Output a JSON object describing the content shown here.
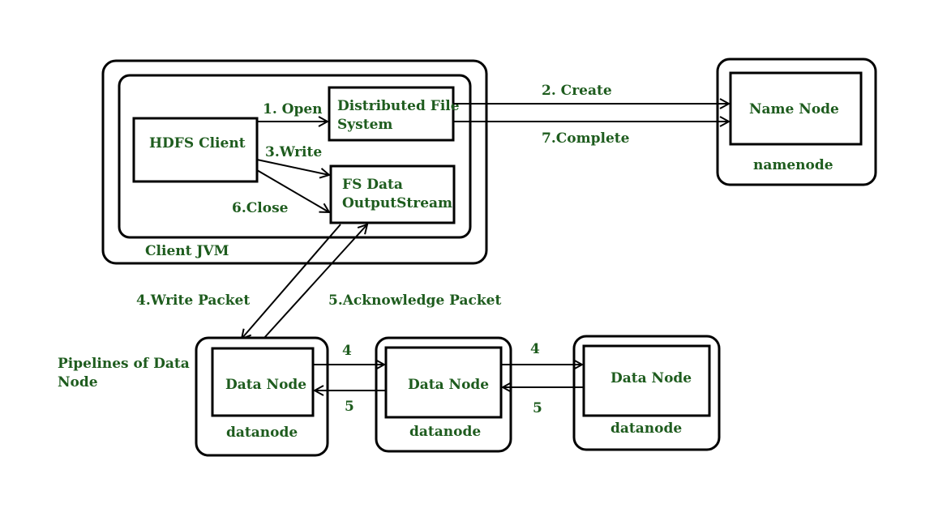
{
  "client_jvm": {
    "label": "Client JVM",
    "hdfs_client": "HDFS Client",
    "dfs_line1": "Distributed File",
    "dfs_line2": "System",
    "fsdos_line1": "FS Data",
    "fsdos_line2": "OutputStream"
  },
  "namenode": {
    "box_label": "Name Node",
    "caption": "namenode"
  },
  "steps": {
    "open": "1. Open",
    "create": "2. Create",
    "write": "3.Write",
    "write_packet": "4.Write Packet",
    "ack_packet": "5.Acknowledge Packet",
    "close": "6.Close",
    "complete": "7.Complete"
  },
  "pipeline": {
    "label_line1": "Pipelines of Data",
    "label_line2": "Node",
    "nodes": [
      {
        "box_label": "Data Node",
        "caption": "datanode"
      },
      {
        "box_label": "Data Node",
        "caption": "datanode"
      },
      {
        "box_label": "Data Node",
        "caption": "datanode"
      }
    ],
    "forward_1": "4",
    "backward_1": "5",
    "forward_2": "4",
    "backward_2": "5"
  },
  "colors": {
    "text": "#1e5c1e",
    "stroke": "#000000"
  }
}
